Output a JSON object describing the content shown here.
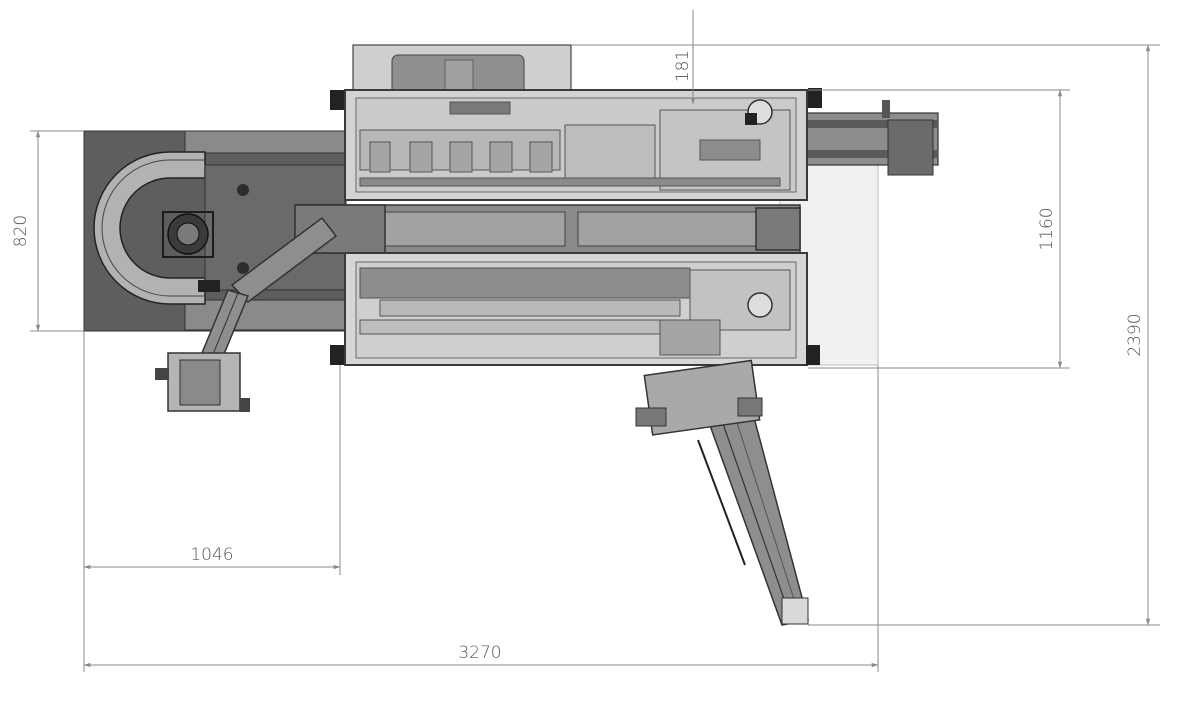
{
  "colors": {
    "dimension": "#8a8a8a",
    "frame_dark": "#4a4a4a",
    "frame_mid": "#8c8c8c",
    "glass": "#c9c9c9",
    "panel_light": "#e9e9e9",
    "conveyor": "#6f6f6f"
  },
  "dimensions": {
    "height_top": "181",
    "height_left": "820",
    "height_right": "1160",
    "height_total": "2390",
    "width_left": "1046",
    "width_total": "3270"
  }
}
